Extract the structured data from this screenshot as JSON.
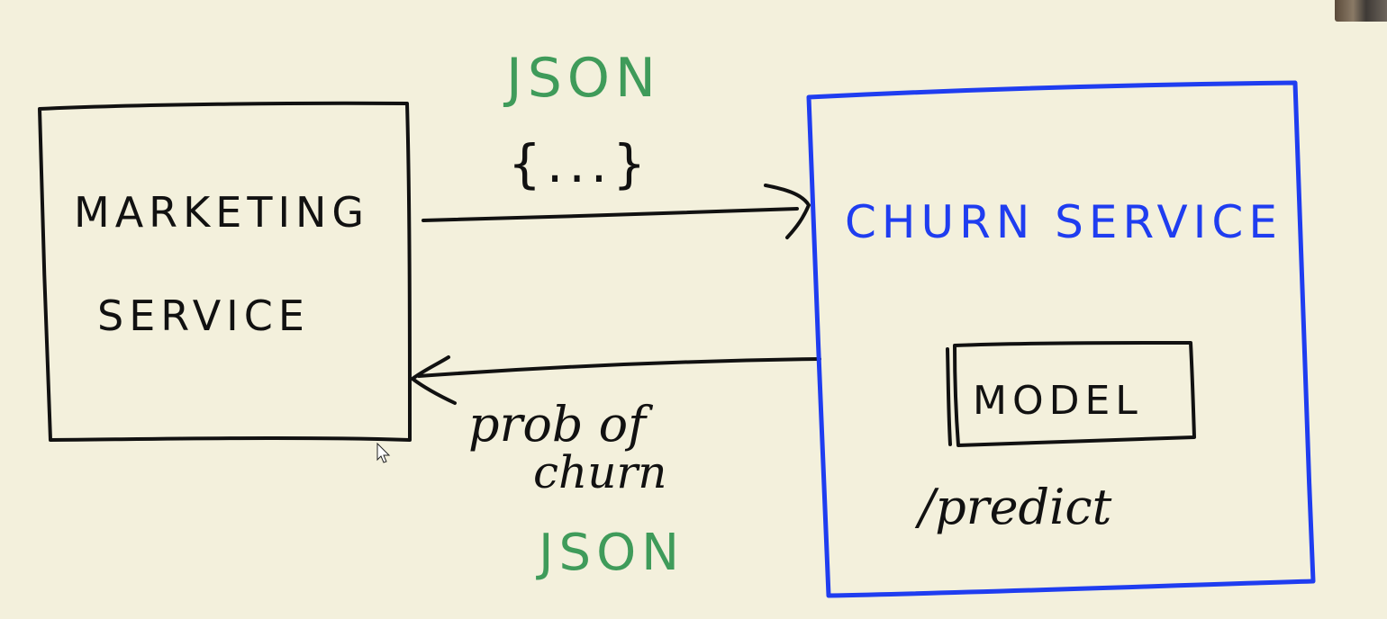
{
  "diagram": {
    "marketing_service": {
      "line1": "MARKETING",
      "line2": "SERVICE"
    },
    "churn_service": {
      "title": "CHURN SERVICE",
      "model": "MODEL",
      "endpoint": "/predict"
    },
    "request": {
      "format": "JSON",
      "payload": "{...}"
    },
    "response": {
      "line1": "prob of",
      "line2": "churn",
      "format": "JSON"
    }
  },
  "colors": {
    "background": "#f3f0dc",
    "ink": "#111111",
    "blue": "#1f3df0",
    "green": "#3f9b5a"
  }
}
